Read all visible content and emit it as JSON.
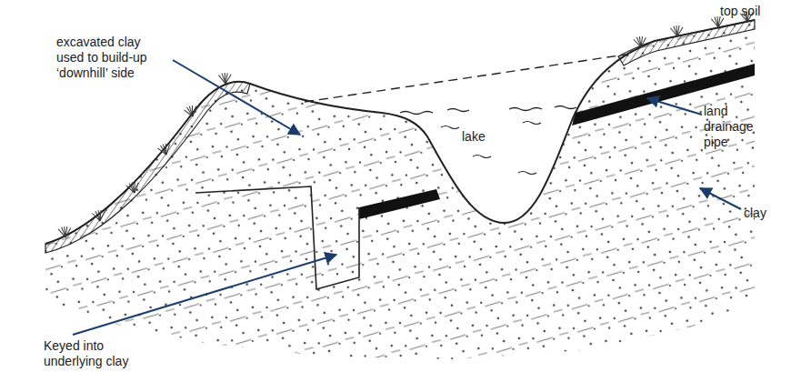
{
  "diagram": {
    "labels": [
      "top soil",
      "excavated clay used to build-up ‘downhill’ side",
      "lake",
      "land drainage pipe",
      "clay",
      "Keyed into underlying clay"
    ]
  }
}
